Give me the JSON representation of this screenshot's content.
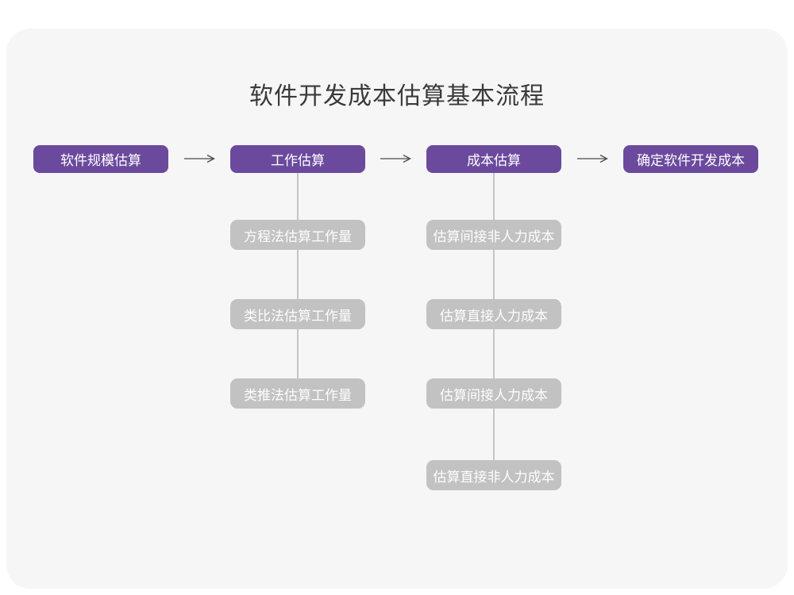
{
  "title": "软件开发成本估算基本流程",
  "colors": {
    "page_bg": "#ffffff",
    "card_bg": "#f6f6f6",
    "primary_node": "#6b4a9e",
    "secondary_node": "#c2c2c2",
    "node_text": "#ffffff",
    "title_text": "#3a3a3a",
    "arrow": "#4a4a4a",
    "connector": "#c5c5c5"
  },
  "flow": {
    "main_steps": [
      {
        "label": "软件规模估算"
      },
      {
        "label": "工作估算"
      },
      {
        "label": "成本估算"
      },
      {
        "label": "确定软件开发成本"
      }
    ],
    "work_estimation_substeps": [
      {
        "label": "方程法估算工作量"
      },
      {
        "label": "类比法估算工作量"
      },
      {
        "label": "类推法估算工作量"
      }
    ],
    "cost_estimation_substeps": [
      {
        "label": "估算间接非人力成本"
      },
      {
        "label": "估算直接人力成本"
      },
      {
        "label": "估算间接人力成本"
      },
      {
        "label": "估算直接非人力成本"
      }
    ]
  }
}
